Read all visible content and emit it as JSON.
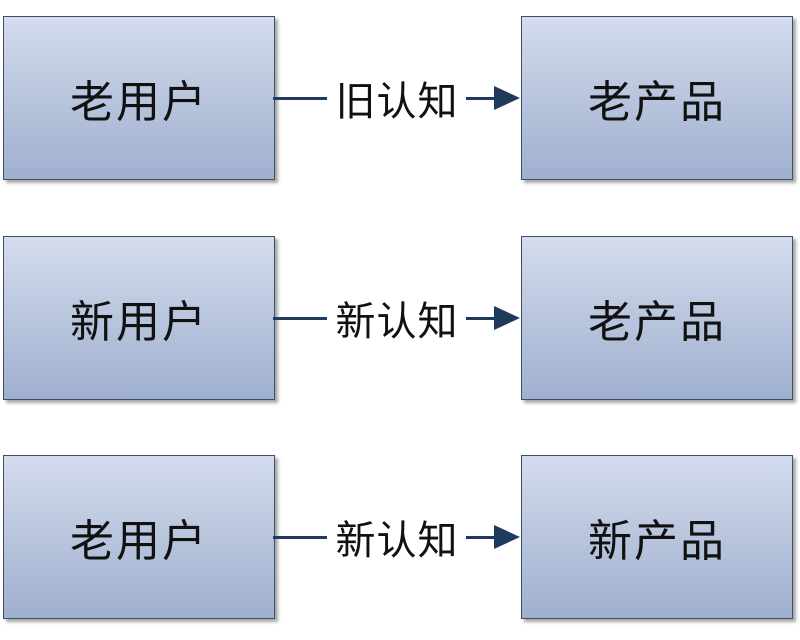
{
  "rows": [
    {
      "user": "老用户",
      "cognition": "旧认知",
      "product": "老产品"
    },
    {
      "user": "新用户",
      "cognition": "新认知",
      "product": "老产品"
    },
    {
      "user": "老用户",
      "cognition": "新认知",
      "product": "新产品"
    }
  ],
  "colors": {
    "box_fill_top": "#d4dced",
    "box_fill_bottom": "#9fb0cf",
    "box_border": "#3d4f69",
    "arrow": "#1f3a5c"
  }
}
